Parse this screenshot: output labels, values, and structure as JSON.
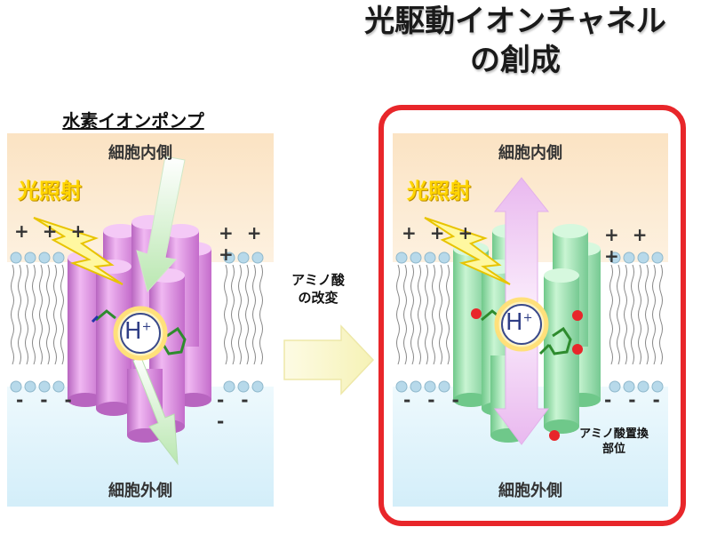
{
  "header": {
    "title_line1": "光駆動イオンチャネル",
    "title_line2": "の創成"
  },
  "left_panel": {
    "subtitle": "水素イオンポンプ",
    "inside_label": "細胞内側",
    "outside_label": "細胞外側",
    "light_label": "光照射",
    "ion_label": "H",
    "ion_charge": "+",
    "plus_signs": "+ + +",
    "minus_signs": "- - -"
  },
  "middle": {
    "arrow_label_line1": "アミノ酸",
    "arrow_label_line2": "の改変"
  },
  "right_panel": {
    "inside_label": "細胞内側",
    "outside_label": "細胞外側",
    "light_label": "光照射",
    "ion_label": "H",
    "ion_charge": "+",
    "legend_line1": "アミノ酸置換",
    "legend_line2": "部位",
    "frame_color": "#e8262a"
  },
  "colors": {
    "inside_bg": "#fbe8cc",
    "outside_bg": "#dff3fb",
    "pump_protein": "#e59ae8",
    "channel_protein": "#9ee6b0",
    "light_yellow": "#ffd400",
    "mutation_dot": "#e8262a"
  }
}
